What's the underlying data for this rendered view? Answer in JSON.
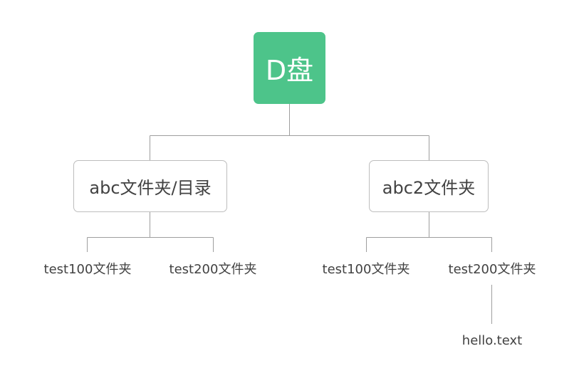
{
  "root": {
    "label": "D盘"
  },
  "branches": [
    {
      "label": "abc文件夹/目录",
      "children": [
        {
          "label": "test100文件夹"
        },
        {
          "label": "test200文件夹"
        }
      ]
    },
    {
      "label": "abc2文件夹",
      "children": [
        {
          "label": "test100文件夹"
        },
        {
          "label": "test200文件夹",
          "children": [
            {
              "label": "hello.text"
            }
          ]
        }
      ]
    }
  ],
  "colors": {
    "root_fill": "#4dc48a",
    "root_text": "#ffffff",
    "node_border": "#bdbdbd",
    "connector": "#9e9e9e",
    "text": "#424242"
  }
}
